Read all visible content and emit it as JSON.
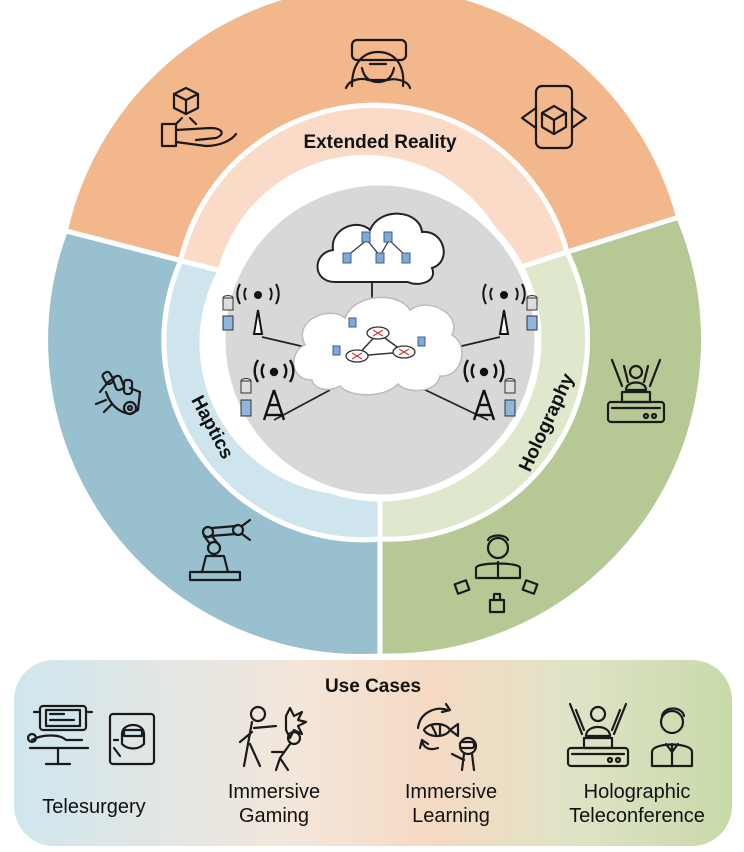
{
  "segments": {
    "extended_reality": "Extended Reality",
    "haptics": "Haptics",
    "holography": "Holography"
  },
  "colors": {
    "xr_outer": "#f3b78c",
    "xr_inner": "#fadbc7",
    "haptics_outer": "#98c0cf",
    "haptics_inner": "#cfe5ee",
    "holo_outer": "#b6c995",
    "holo_inner": "#dfe8cd",
    "core": "#d8d8d8"
  },
  "icons": [
    "vr-headset-icon",
    "hand-hologram-icon",
    "ar-phone-icon",
    "robotic-hand-icon",
    "robot-arm-icon",
    "hologram-projector-icon",
    "holographic-person-cameras-icon",
    "cell-tower-icon",
    "server-icon",
    "cloud-network-icon",
    "router-icon"
  ],
  "use_cases": {
    "title": "Use Cases",
    "items": [
      {
        "line1": "Telesurgery",
        "line2": ""
      },
      {
        "line1": "Immersive",
        "line2": "Gaming"
      },
      {
        "line1": "Immersive",
        "line2": "Learning"
      },
      {
        "line1": "Holographic",
        "line2": "Teleconference"
      }
    ]
  }
}
